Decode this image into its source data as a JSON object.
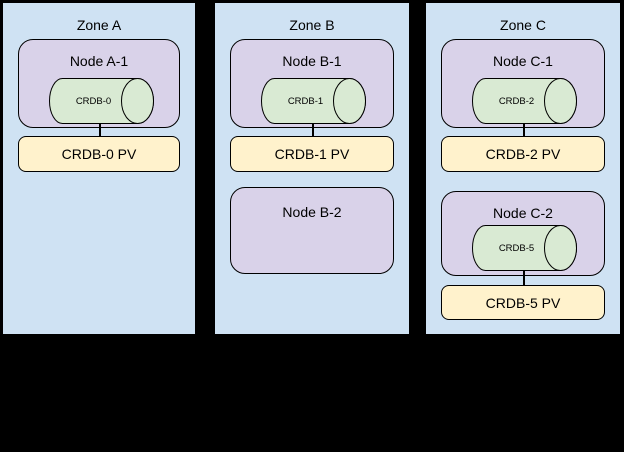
{
  "colors": {
    "canvas_bg": "#000000",
    "zone_fill": "#cfe2f3",
    "node_fill": "#d9d2e9",
    "pod_fill": "#d9ead3",
    "pv_fill": "#fff2cc",
    "border": "#000000",
    "text": "#000000"
  },
  "zones": [
    {
      "label": "Zone A",
      "nodes": [
        {
          "label": "Node A-1",
          "pod": {
            "label": "CRDB-0"
          },
          "pv": {
            "label": "CRDB-0 PV"
          }
        }
      ]
    },
    {
      "label": "Zone B",
      "nodes": [
        {
          "label": "Node B-1",
          "pod": {
            "label": "CRDB-1"
          },
          "pv": {
            "label": "CRDB-1 PV"
          }
        },
        {
          "label": "Node B-2"
        }
      ]
    },
    {
      "label": "Zone C",
      "nodes": [
        {
          "label": "Node C-1",
          "pod": {
            "label": "CRDB-2"
          },
          "pv": {
            "label": "CRDB-2 PV"
          }
        },
        {
          "label": "Node C-2",
          "pod": {
            "label": "CRDB-5"
          },
          "pv": {
            "label": "CRDB-5 PV"
          }
        }
      ]
    }
  ]
}
